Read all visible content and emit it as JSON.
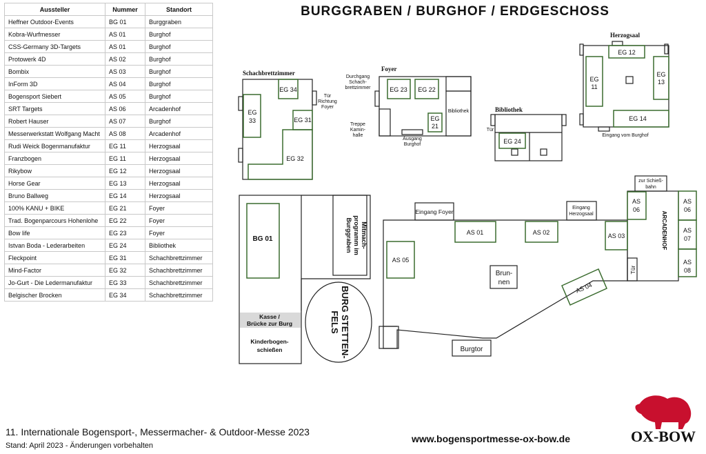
{
  "title": "BURGGRABEN / BURGHOF / ERDGESCHOSS",
  "table": {
    "headers": [
      "Aussteller",
      "Nummer",
      "Standort"
    ],
    "rows": [
      [
        "Heffner Outdoor-Events",
        "BG 01",
        "Burggraben"
      ],
      [
        "Kobra-Wurfmesser",
        "AS 01",
        "Burghof"
      ],
      [
        "CSS-Germany 3D-Targets",
        "AS 01",
        "Burghof"
      ],
      [
        "Protowerk 4D",
        "AS 02",
        "Burghof"
      ],
      [
        "Bombix",
        "AS 03",
        "Burghof"
      ],
      [
        "InForm 3D",
        "AS 04",
        "Burghof"
      ],
      [
        "Bogensport Siebert",
        "AS 05",
        "Burghof"
      ],
      [
        "SRT Targets",
        "AS 06",
        "Arcadenhof"
      ],
      [
        "Robert Hauser",
        "AS 07",
        "Burghof"
      ],
      [
        "Messerwerkstatt Wolfgang Macht",
        "AS 08",
        "Arcadenhof"
      ],
      [
        "Rudi Weick Bogenmanufaktur",
        "EG 11",
        "Herzogsaal"
      ],
      [
        "Franzbogen",
        "EG 11",
        "Herzogsaal"
      ],
      [
        "Rikybow",
        "EG 12",
        "Herzogsaal"
      ],
      [
        "Horse Gear",
        "EG 13",
        "Herzogsaal"
      ],
      [
        "Bruno Ballweg",
        "EG 14",
        "Herzogsaal"
      ],
      [
        "100% KANU + BIKE",
        "EG 21",
        "Foyer"
      ],
      [
        "Trad. Bogenparcours Hohenlohe",
        "EG 22",
        "Foyer"
      ],
      [
        "Bow life",
        "EG 23",
        "Foyer"
      ],
      [
        "Istvan Boda - Lederarbeiten",
        "EG 24",
        "Bibliothek"
      ],
      [
        "Fleckpoint",
        "EG 31",
        "Schachbrettzimmer"
      ],
      [
        "Mind-Factor",
        "EG 32",
        "Schachbrettzimmer"
      ],
      [
        "Jo-Gurt - Die Ledermanufaktur",
        "EG 33",
        "Schachbrettzimmer"
      ],
      [
        "Belgischer Brocken",
        "EG 34",
        "Schachbrettzimmer"
      ]
    ]
  },
  "rooms": {
    "herzogsaal": "Herzogsaal",
    "schachbrett": "Schachbrettzimmer",
    "foyer": "Foyer",
    "bibliothek": "Bibliothek",
    "bibliothek_small": "Bibliothek",
    "arcadenhof": "ARCADENHOF"
  },
  "labels": {
    "tuer_richtung_foyer": [
      "Tür",
      "Richtung",
      "Foyer"
    ],
    "durchgang": [
      "Durchgang",
      "Schach-",
      "brettzimmer"
    ],
    "treppe": [
      "Treppe",
      "Kamin-",
      "halle"
    ],
    "ausgang": [
      "Ausgang",
      "Burghof"
    ],
    "tuer": "Tür",
    "eingang_vom_burghof": "Eingang vom Burghof",
    "eingang_foyer": "Eingang Foyer",
    "eingang_herzogsaal": [
      "Eingang",
      "Herzogsaal"
    ],
    "zur_schiessbahn": [
      "zur Schieß-",
      "bahn"
    ],
    "mitmach": [
      "Mitmach-",
      "programm im",
      "Burggraben"
    ],
    "kasse": [
      "Kasse /",
      "Brücke zur Burg"
    ],
    "kinder": [
      "Kinderbogen-",
      "schießen"
    ],
    "burg": [
      "BURG STETTEN-",
      "FELS"
    ],
    "brunnen": [
      "Brun-",
      "nen"
    ],
    "burgtor": "Burgtor"
  },
  "booths": {
    "eg11": [
      "EG",
      "11"
    ],
    "eg12": "EG 12",
    "eg13": [
      "EG",
      "13"
    ],
    "eg14": "EG 14",
    "eg21": [
      "EG",
      "21"
    ],
    "eg22": "EG 22",
    "eg23": "EG 23",
    "eg24": "EG 24",
    "eg31": "EG 31",
    "eg32": "EG 32",
    "eg33": [
      "EG",
      "33"
    ],
    "eg34": "EG 34",
    "bg01": "BG 01",
    "as01": "AS 01",
    "as02": "AS 02",
    "as03": "AS 03",
    "as04": "AS 04",
    "as05": "AS 05",
    "as06a": [
      "AS",
      "06"
    ],
    "as06b": [
      "AS",
      "06"
    ],
    "as07": [
      "AS",
      "07"
    ],
    "as08": [
      "AS",
      "08"
    ]
  },
  "footer": {
    "line1": "11. Internationale Bogensport-, Messermacher- & Outdoor-Messe 2023",
    "line2": "Stand: April 2023 - Änderungen vorbehalten",
    "url": "www.bogensportmesse-ox-bow.de",
    "logo_text": "OX-BOW"
  },
  "colors": {
    "booth": "#3a6b2e",
    "kasse_bg": "#d9d9d9",
    "logo_red": "#c8102e"
  }
}
